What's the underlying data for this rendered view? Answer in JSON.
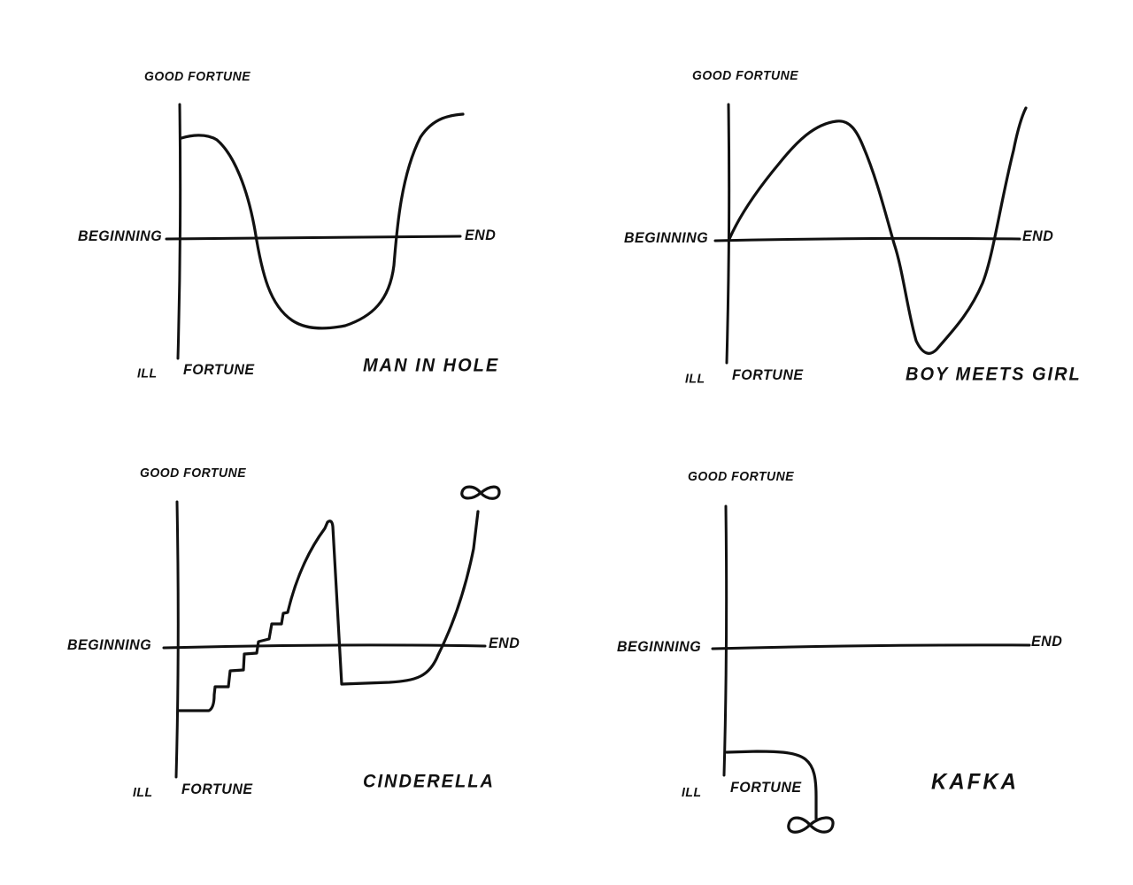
{
  "page": {
    "background": "#ffffff",
    "ink_color": "#111111"
  },
  "common_labels": {
    "y_top": "GOOD FORTUNE",
    "y_bottom_ill": "ILL",
    "y_bottom_fortune": "FORTUNE",
    "x_start": "BEGINNING",
    "x_end": "END"
  },
  "panels": [
    {
      "id": "man-in-hole",
      "title": "MAN IN HOLE"
    },
    {
      "id": "boy-meets-girl",
      "title": "BOY MEETS GIRL"
    },
    {
      "id": "cinderella",
      "title": "CINDERELLA",
      "end_marker": "∞"
    },
    {
      "id": "kafka",
      "title": "KAFKA",
      "end_marker": "∞"
    }
  ],
  "chart_data": [
    {
      "type": "line",
      "title": "MAN IN HOLE",
      "xlabel": "BEGINNING → END",
      "ylabel": "ILL FORTUNE ↔ GOOD FORTUNE",
      "ylim": [
        -1,
        1
      ],
      "x": [
        0,
        0.05,
        0.15,
        0.25,
        0.3,
        0.4,
        0.5,
        0.6,
        0.7,
        0.75,
        0.85,
        1.0
      ],
      "values": [
        0.6,
        0.6,
        0.4,
        0.0,
        -0.5,
        -0.8,
        -0.85,
        -0.75,
        -0.3,
        0.0,
        0.65,
        0.75
      ]
    },
    {
      "type": "line",
      "title": "BOY MEETS GIRL",
      "xlabel": "BEGINNING → END",
      "ylabel": "ILL FORTUNE ↔ GOOD FORTUNE",
      "ylim": [
        -1,
        1
      ],
      "x": [
        0,
        0.1,
        0.25,
        0.35,
        0.45,
        0.55,
        0.62,
        0.7,
        0.8,
        0.88,
        1.0
      ],
      "values": [
        0.0,
        0.3,
        0.7,
        0.88,
        0.75,
        0.0,
        -0.6,
        -0.85,
        -0.6,
        0.0,
        0.95
      ]
    },
    {
      "type": "line",
      "title": "CINDERELLA",
      "xlabel": "BEGINNING → END",
      "ylabel": "ILL FORTUNE ↔ GOOD FORTUNE",
      "ylim": [
        -1,
        1
      ],
      "annotations": [
        "∞ at curve end (top right)"
      ],
      "x": [
        0,
        0.12,
        0.13,
        0.18,
        0.19,
        0.24,
        0.25,
        0.29,
        0.3,
        0.34,
        0.35,
        0.39,
        0.4,
        0.43,
        0.55,
        0.57,
        0.58,
        0.78,
        0.9,
        1.0
      ],
      "values": [
        -0.45,
        -0.45,
        -0.33,
        -0.33,
        -0.2,
        -0.2,
        -0.08,
        -0.08,
        0.05,
        0.05,
        0.2,
        0.2,
        0.25,
        0.5,
        0.9,
        0.0,
        -0.27,
        -0.25,
        0.0,
        0.9
      ]
    },
    {
      "type": "line",
      "title": "KAFKA",
      "xlabel": "BEGINNING → END",
      "ylabel": "ILL FORTUNE ↔ GOOD FORTUNE",
      "ylim": [
        -1,
        1
      ],
      "annotations": [
        "∞ below ILL FORTUNE (curve descends off chart)"
      ],
      "x": [
        0,
        0.1,
        0.2,
        0.28,
        0.3
      ],
      "values": [
        -0.75,
        -0.75,
        -0.78,
        -0.9,
        -1.4
      ]
    }
  ]
}
